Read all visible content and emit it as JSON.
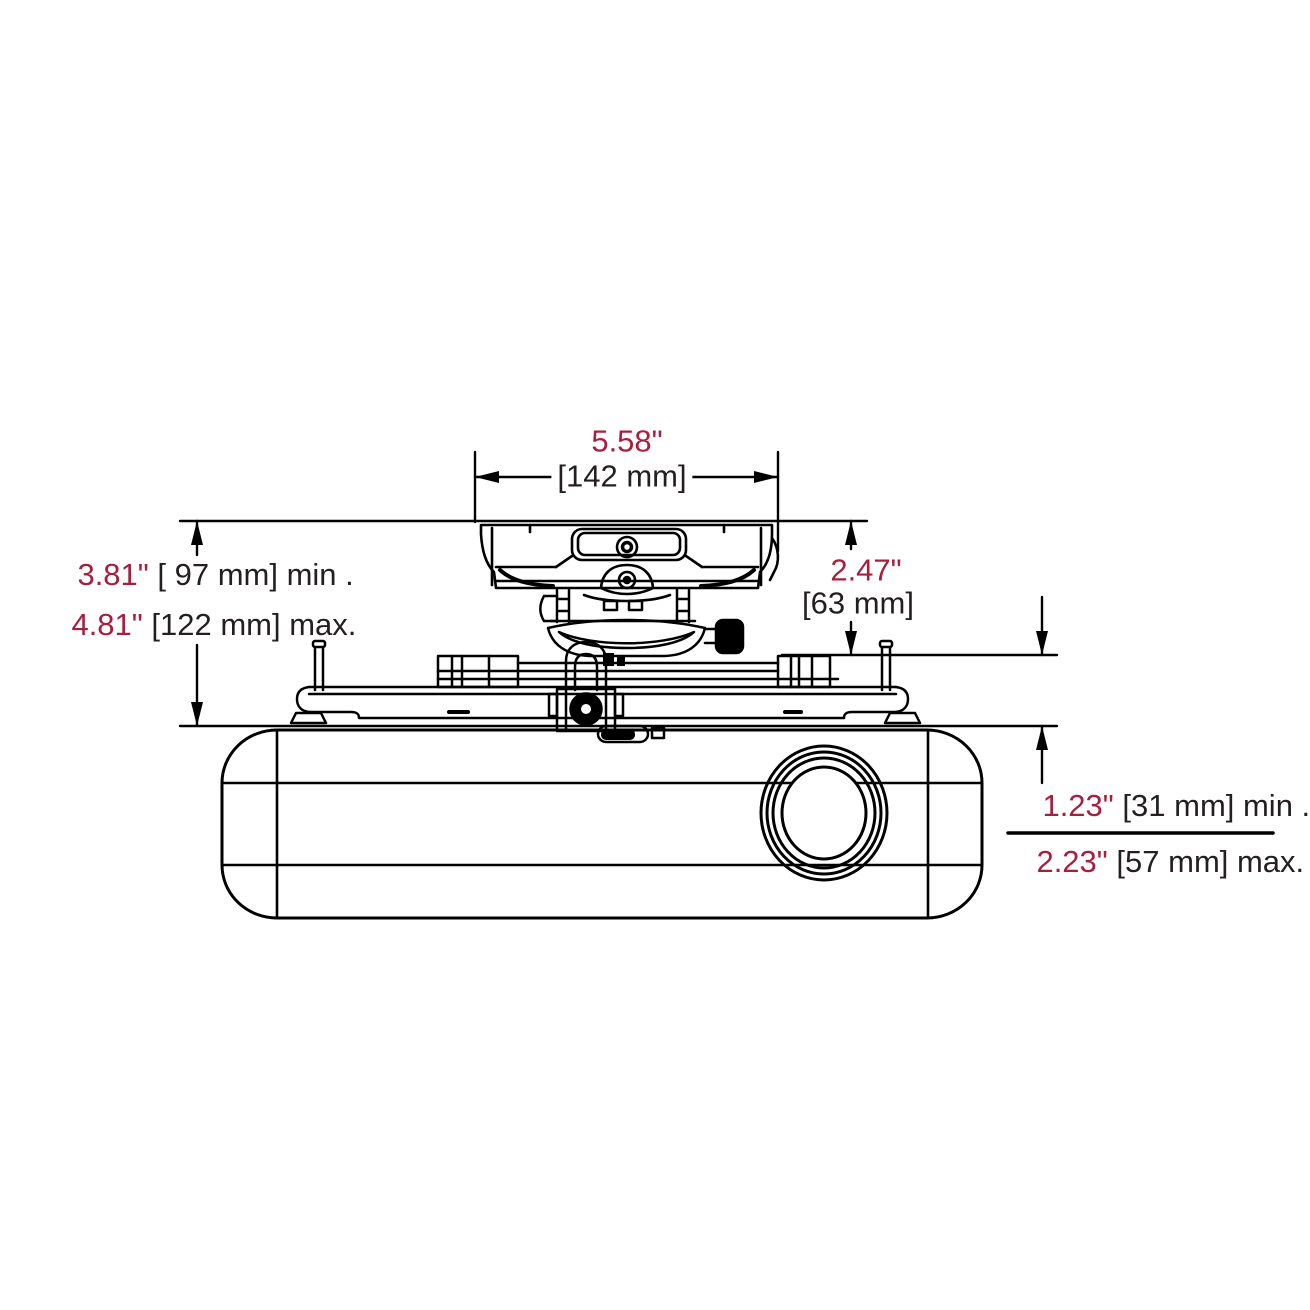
{
  "colors": {
    "accent": "#a81e3e",
    "ink": "#231f20"
  },
  "annotations": {
    "top_width": {
      "inches": "5.58\"",
      "metric": "[142 mm]"
    },
    "left_height_min": {
      "inches": "3.81\"",
      "metric": " [ 97 mm] min ."
    },
    "left_height_max": {
      "inches": "4.81\"",
      "metric": " [122 mm] max."
    },
    "right_offset": {
      "inches": "2.47\"",
      "metric": "[63 mm]"
    },
    "bottom_clearance_min": {
      "inches": "1.23\"",
      "metric": " [31 mm] min ."
    },
    "bottom_clearance_max": {
      "inches": "2.23\"",
      "metric": " [57 mm] max."
    }
  }
}
